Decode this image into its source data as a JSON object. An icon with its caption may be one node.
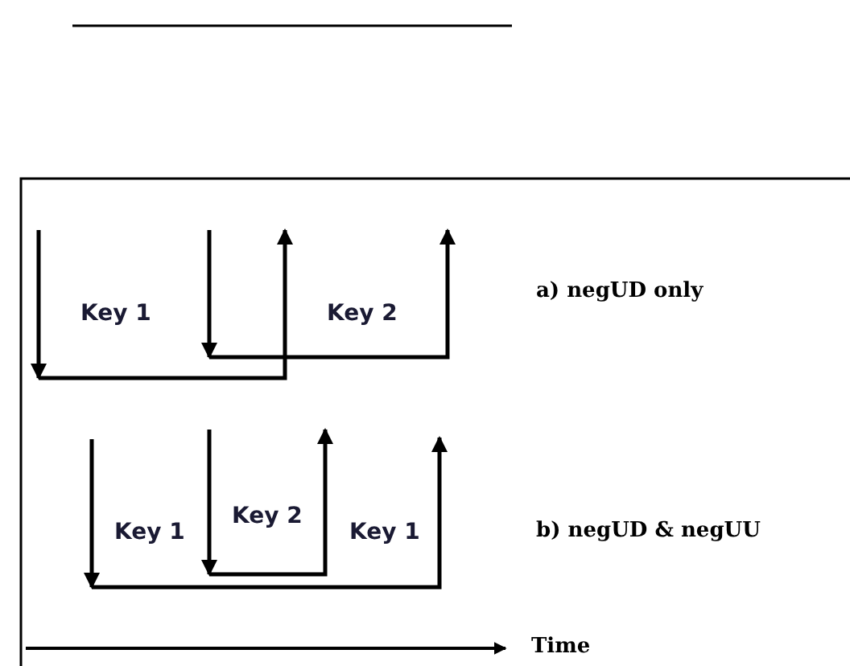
{
  "diagram": {
    "labels": [
      "Key 1",
      "Key 2",
      "a) negUD only",
      "Key 1",
      "Key 2",
      "Key 1",
      "b) negUD & negUU",
      "Time"
    ]
  }
}
